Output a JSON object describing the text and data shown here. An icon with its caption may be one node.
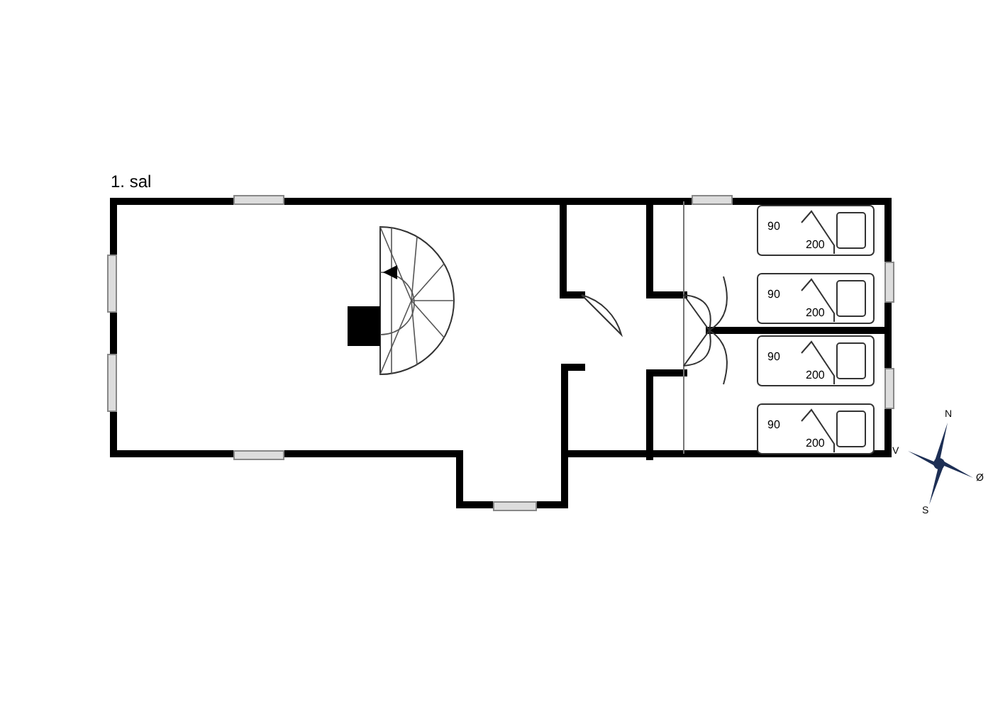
{
  "diagram": {
    "title": "1. sal",
    "labels": [
      "90",
      "200",
      "90",
      "200",
      "90",
      "200",
      "90",
      "200",
      "N",
      "V",
      "Ø",
      "S"
    ]
  }
}
